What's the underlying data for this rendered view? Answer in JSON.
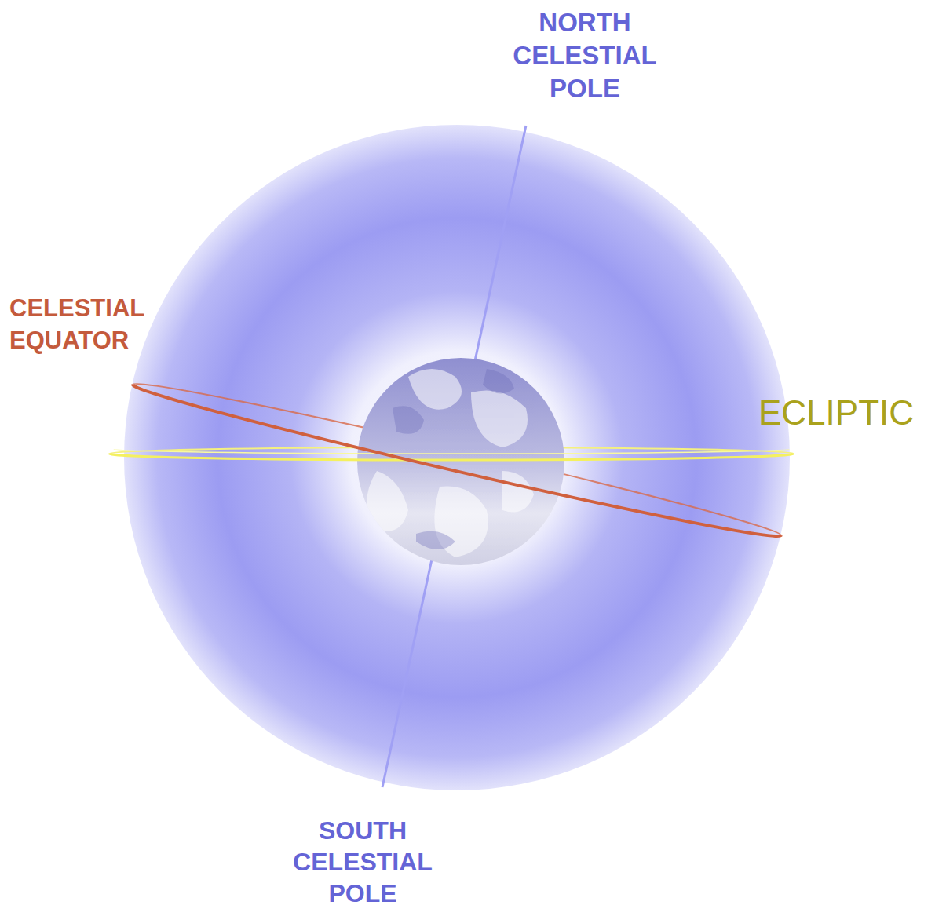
{
  "diagram": {
    "labels": [
      "NORTH CELESTIAL POLE",
      "CELESTIAL EQUATOR",
      "ECLIPTIC",
      "SOUTH CELESTIAL POLE"
    ]
  }
}
